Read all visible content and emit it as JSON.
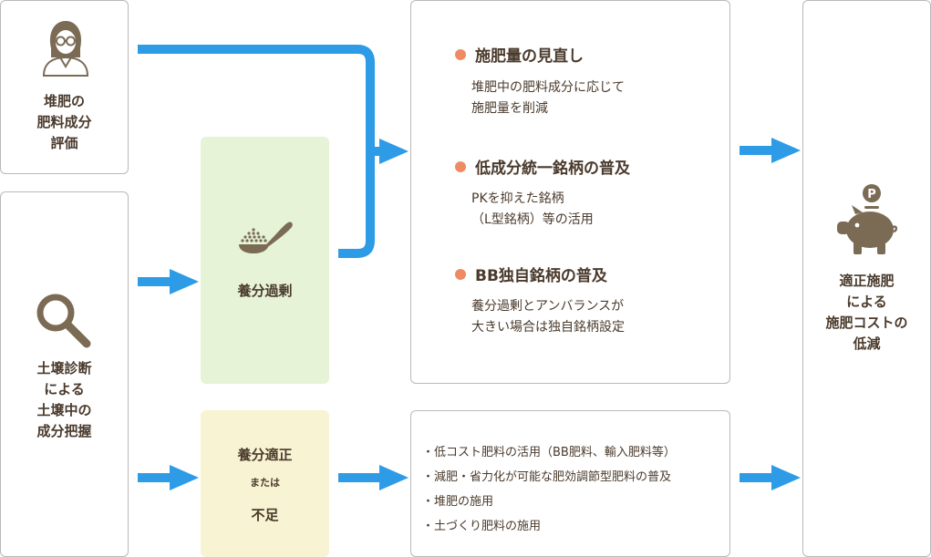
{
  "box_compost": {
    "lines": [
      "堆肥の",
      "肥料成分",
      "評価"
    ],
    "icon": "person-glasses-icon"
  },
  "box_soil": {
    "lines": [
      "土壌診断",
      "による",
      "土壌中の",
      "成分把握"
    ],
    "icon": "magnifier-icon"
  },
  "box_excess": {
    "label": "養分過剰",
    "icon": "fertilizer-spoon-icon"
  },
  "box_adequate": {
    "line1": "養分適正",
    "line2": "または",
    "line3": "不足"
  },
  "measures": [
    {
      "title": "施肥量の見直し",
      "desc": [
        "堆肥中の肥料成分に応じて",
        "施肥量を削減"
      ]
    },
    {
      "title": "低成分統一銘柄の普及",
      "desc": [
        "PKを抑えた銘柄",
        "（L型銘柄）等の活用"
      ]
    },
    {
      "title": "BB独自銘柄の普及",
      "desc": [
        "養分過剰とアンバランスが",
        "大きい場合は独自銘柄設定"
      ]
    }
  ],
  "other_measures": [
    "・低コスト肥料の活用（BB肥料、輸入肥料等）",
    "・減肥・省力化が可能な肥効調節型肥料の普及",
    "・堆肥の施用",
    "・土づくり肥料の施用"
  ],
  "result": {
    "lines": [
      "適正施肥",
      "による",
      "施肥コストの",
      "低減"
    ],
    "icon": "piggy-bank-icon",
    "coin_label": "P"
  },
  "colors": {
    "arrow": "#2d9be5",
    "bullet": "#ef8a62",
    "green_box": "#e6f3d6",
    "yellow_box": "#f8f3d2",
    "icon_brown": "#7b6b55"
  }
}
